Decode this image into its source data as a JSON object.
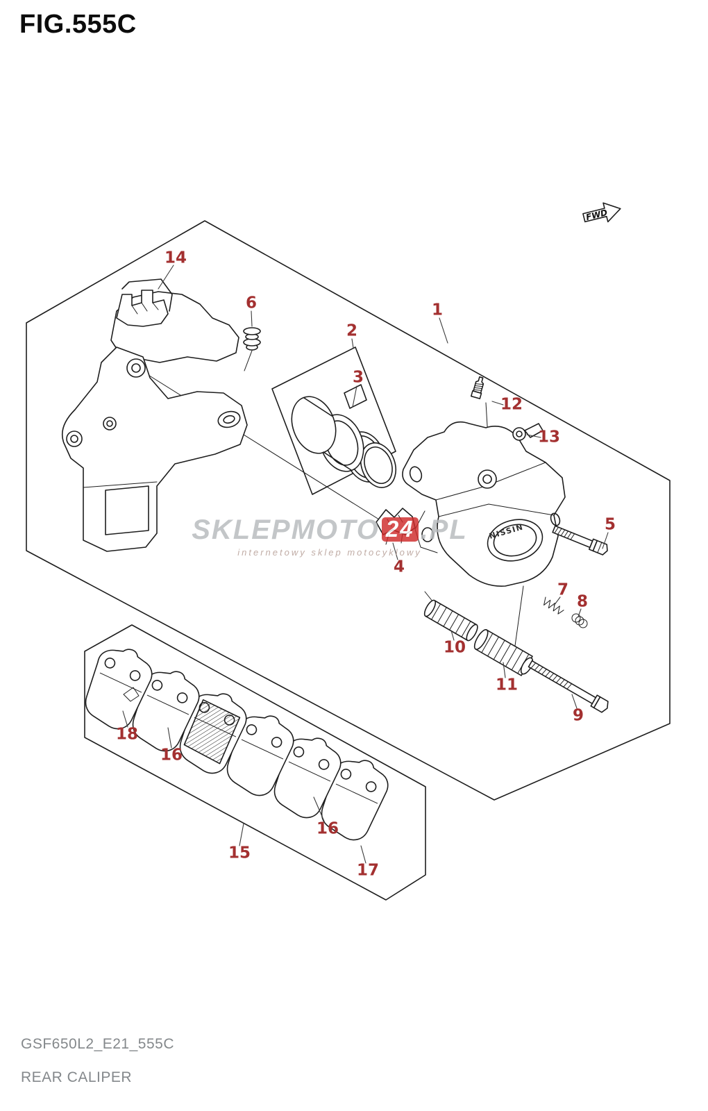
{
  "title": "FIG.555C",
  "fwd_label": "FWD",
  "brand_label": "NISSIN",
  "watermark": {
    "part1": "SKLEPMOTO",
    "logo": "24",
    "part2": ".PL",
    "tagline": "internetowy sklep motocyklowy"
  },
  "footer": {
    "code": "GSF650L2_E21_555C",
    "name": "REAR CALIPER"
  },
  "callouts": {
    "n1": "1",
    "n2": "2",
    "n3": "3",
    "n4": "4",
    "n5": "5",
    "n6": "6",
    "n7": "7",
    "n8": "8",
    "n9": "9",
    "n10": "10",
    "n11": "11",
    "n12": "12",
    "n13": "13",
    "n14": "14",
    "n15": "15",
    "n16a": "16",
    "n16b": "16",
    "n17": "17",
    "n18": "18"
  },
  "colors": {
    "callout_red": "#a33030",
    "line_black": "#1d1d1d",
    "watermark_gray": "#b7babd",
    "watermark_red": "#cf2a2a",
    "footer_gray": "#84888b"
  }
}
